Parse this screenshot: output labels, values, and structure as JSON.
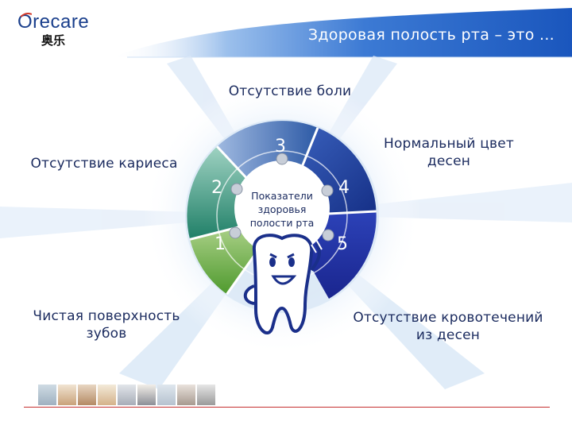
{
  "header": {
    "logo_text": "Orecare",
    "logo_chinese": "奥乐",
    "title": "Здоровая полость рта – это ..."
  },
  "diagram": {
    "center_label": [
      "Показатели",
      "здоровья",
      "полости рта"
    ],
    "segments": [
      {
        "number": "1",
        "label_lines": [
          "Чистая поверхность",
          "зубов"
        ],
        "color": "#6aa83a"
      },
      {
        "number": "2",
        "label_lines": [
          "Отсутствие кариеса"
        ],
        "color": "#2e8a72"
      },
      {
        "number": "3",
        "label_lines": [
          "Отсутствие боли"
        ],
        "color": "#2d5aa6"
      },
      {
        "number": "4",
        "label_lines": [
          "Нормальный цвет",
          "десен"
        ],
        "color": "#1d3f99"
      },
      {
        "number": "5",
        "label_lines": [
          "Отсутствие кровотечений",
          "из десен"
        ],
        "color": "#2a36a8"
      }
    ]
  },
  "colors": {
    "header_band": "#2a66c8",
    "label_text": "#1a2a5e",
    "footer_line": "#c63030"
  },
  "icons": [
    "tooth-mascot-icon",
    "photo-strip"
  ]
}
